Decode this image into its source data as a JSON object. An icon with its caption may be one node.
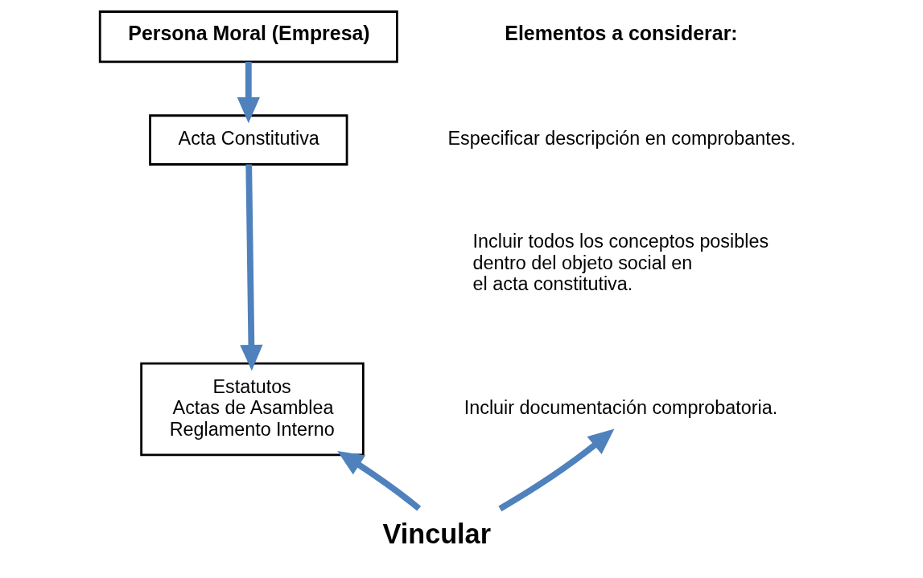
{
  "diagram": {
    "nodes": [
      {
        "text": [
          "Persona Moral (Empresa)"
        ]
      },
      {
        "text": [
          "Especificar descripción en comprobantes."
        ]
      },
      {
        "text": [
          "Acta Constitutiva"
        ]
      },
      {
        "text": [
          "Incluir todos los conceptos posibles dentro del objeto social en el acta constitutiva."
        ]
      },
      {
        "text": [
          "Incluir documentación comprobatoria."
        ]
      },
      {
        "text": [
          "Estatutos",
          "Actas de Asamblea",
          "Reglamento Interno"
        ]
      },
      {
        "text": [
          "Vincular"
        ]
      }
    ],
    "edges": [
      {
        "from": 0,
        "to": 2,
        "arrow": "to"
      },
      {
        "from": 2,
        "to": 5,
        "arrow": "to"
      },
      {
        "from": 6,
        "to": 4,
        "arrow": "to"
      },
      {
        "from": 6,
        "to": 5,
        "arrow": "to"
      }
    ],
    "labels": [
      "Elementos a considerar:"
    ]
  }
}
